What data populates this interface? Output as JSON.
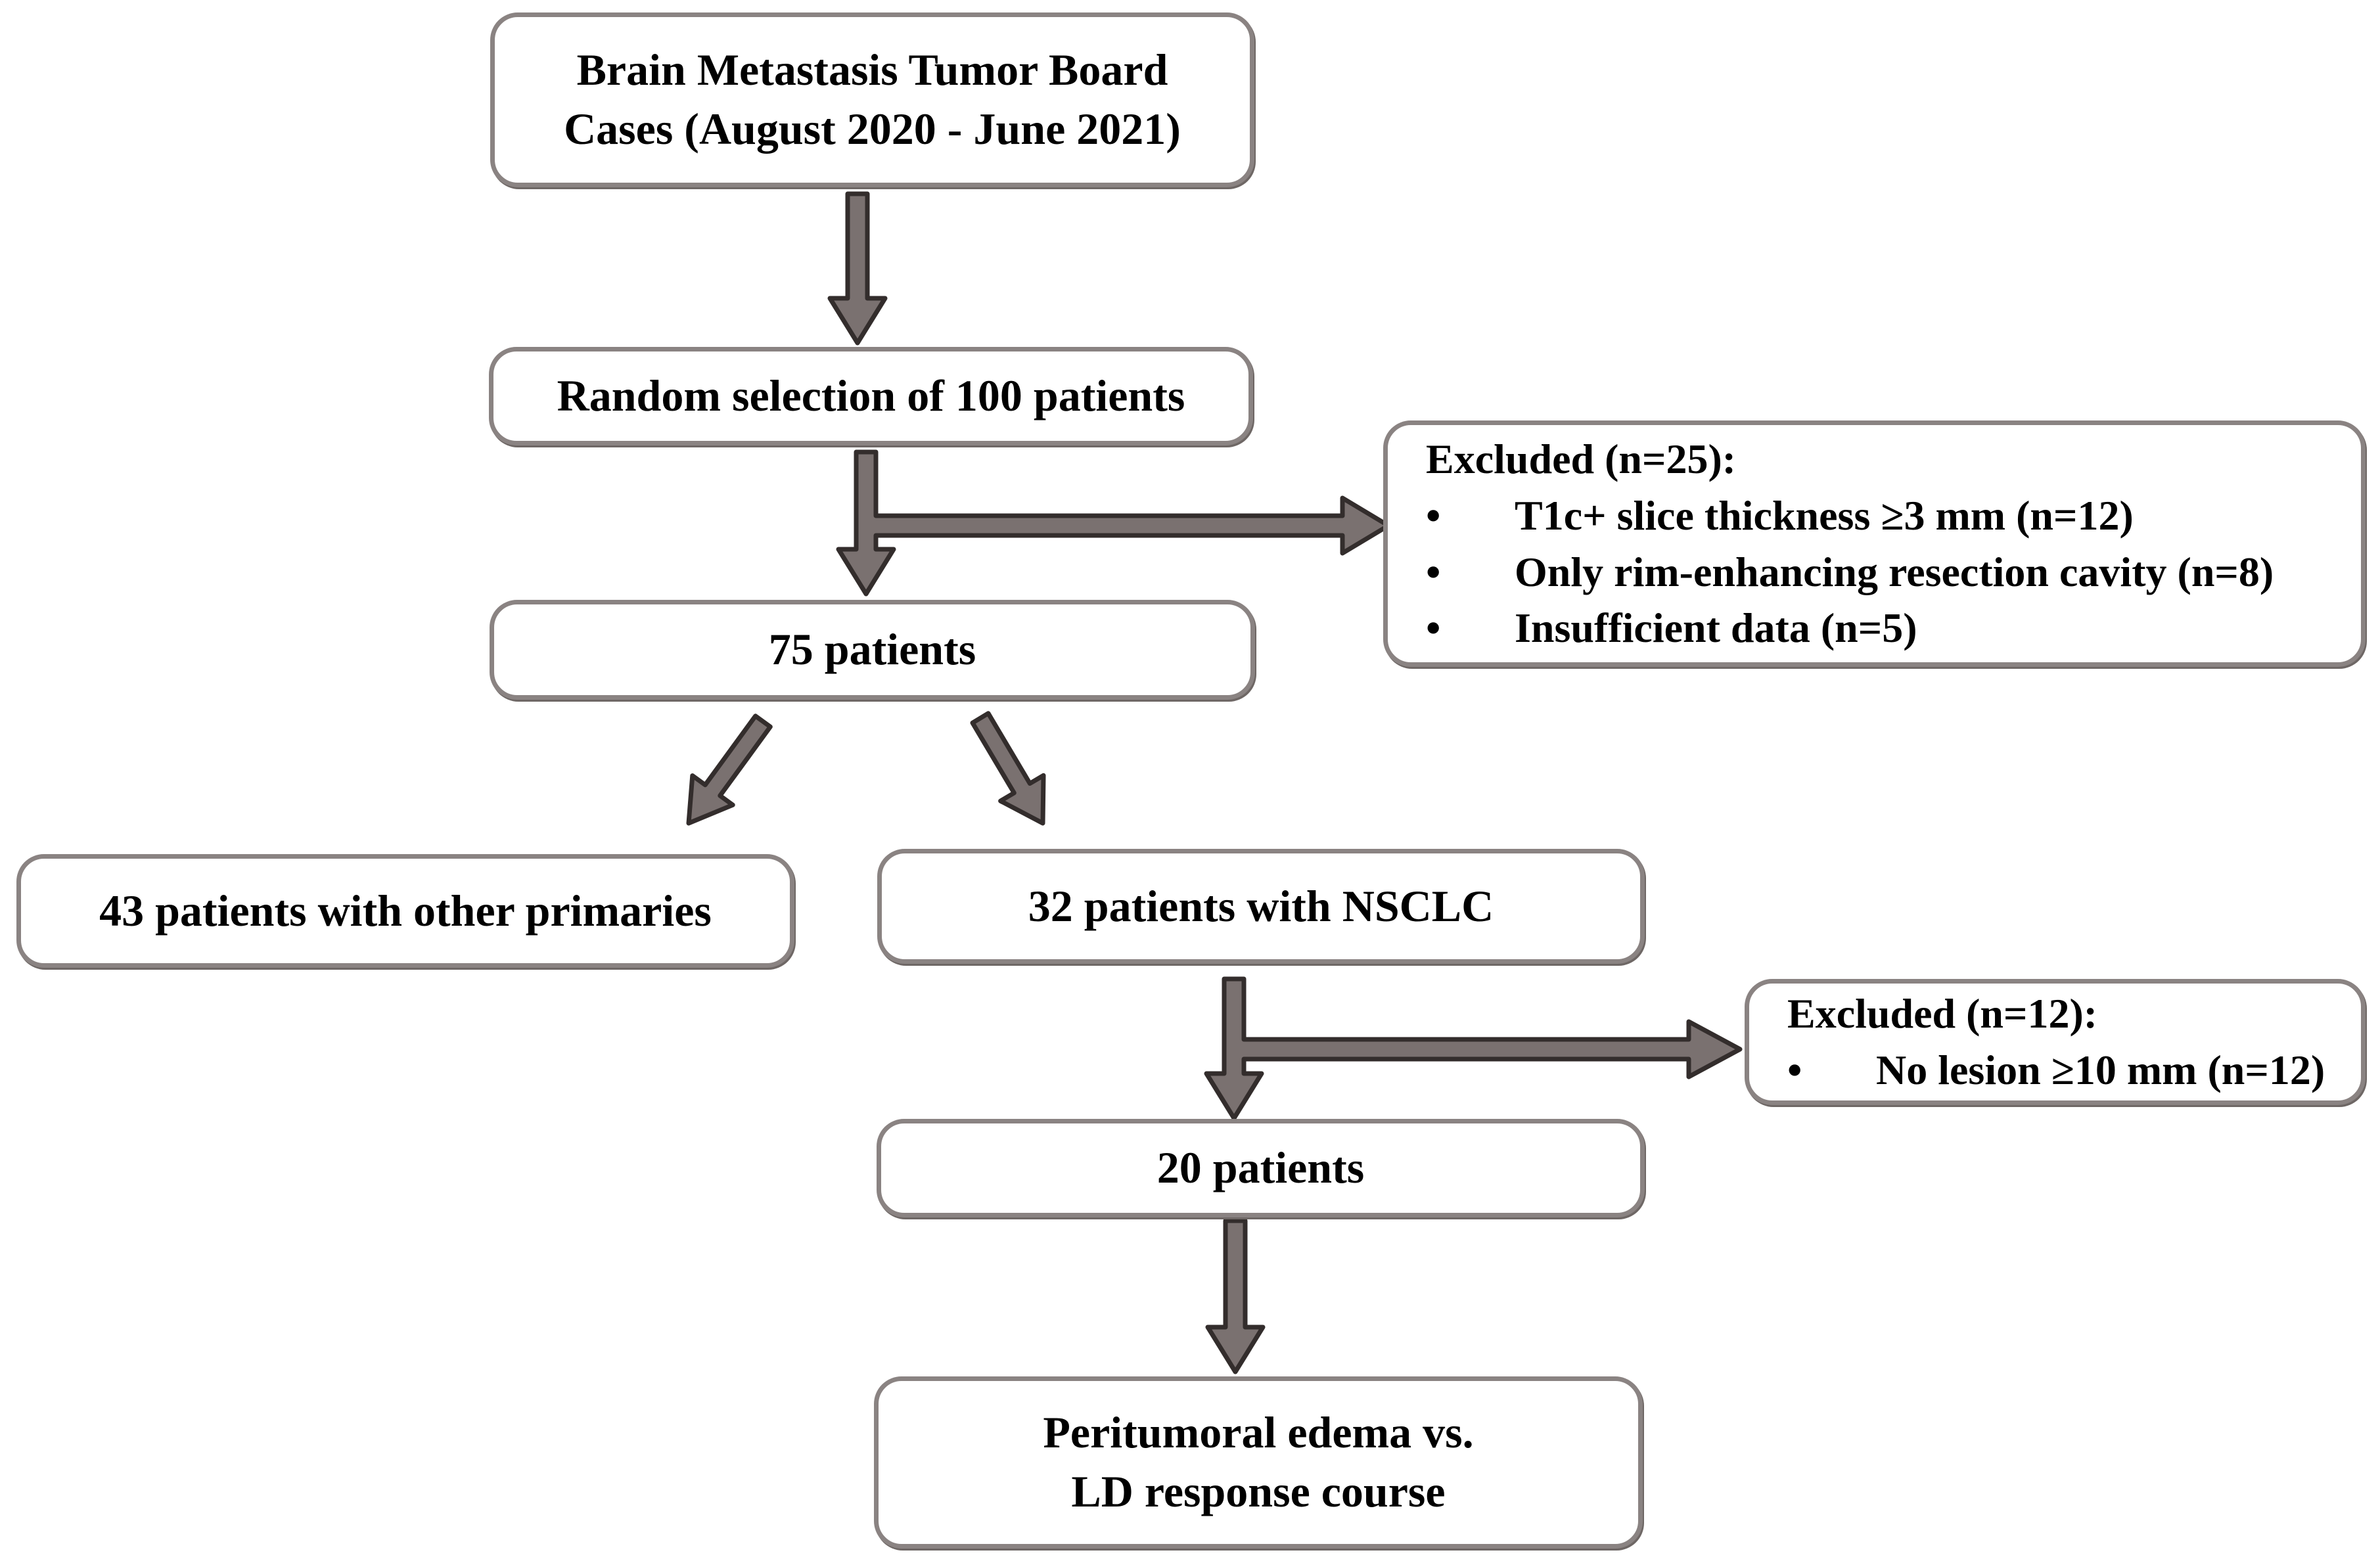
{
  "boxes": {
    "tumor_board": {
      "line1": "Brain Metastasis Tumor Board",
      "line2": "Cases (August 2020 - June 2021)"
    },
    "random_selection": {
      "label": "Random selection of 100 patients"
    },
    "excluded_1": {
      "heading": "Excluded (n=25):",
      "bullet_char": "•",
      "bullets": [
        "T1c+ slice thickness ≥3 mm (n=12)",
        "Only rim-enhancing resection cavity (n=8)",
        "Insufficient data (n=5)"
      ]
    },
    "patients_75": {
      "label": "75 patients"
    },
    "other_primaries": {
      "label": "43 patients with other primaries"
    },
    "nsclc": {
      "label": "32 patients with NSCLC"
    },
    "excluded_2": {
      "heading": "Excluded (n=12):",
      "bullet_char": "•",
      "bullets": [
        "No lesion ≥10 mm (n=12)"
      ]
    },
    "patients_20": {
      "label": "20 patients"
    },
    "outcome": {
      "line1": "Peritumoral edema vs.",
      "line2": "LD response course"
    }
  },
  "colors": {
    "box_border": "#8a8382",
    "arrow_fill": "#7a7170",
    "arrow_outline": "#332d2c",
    "text": "#000000",
    "background": "#ffffff"
  }
}
